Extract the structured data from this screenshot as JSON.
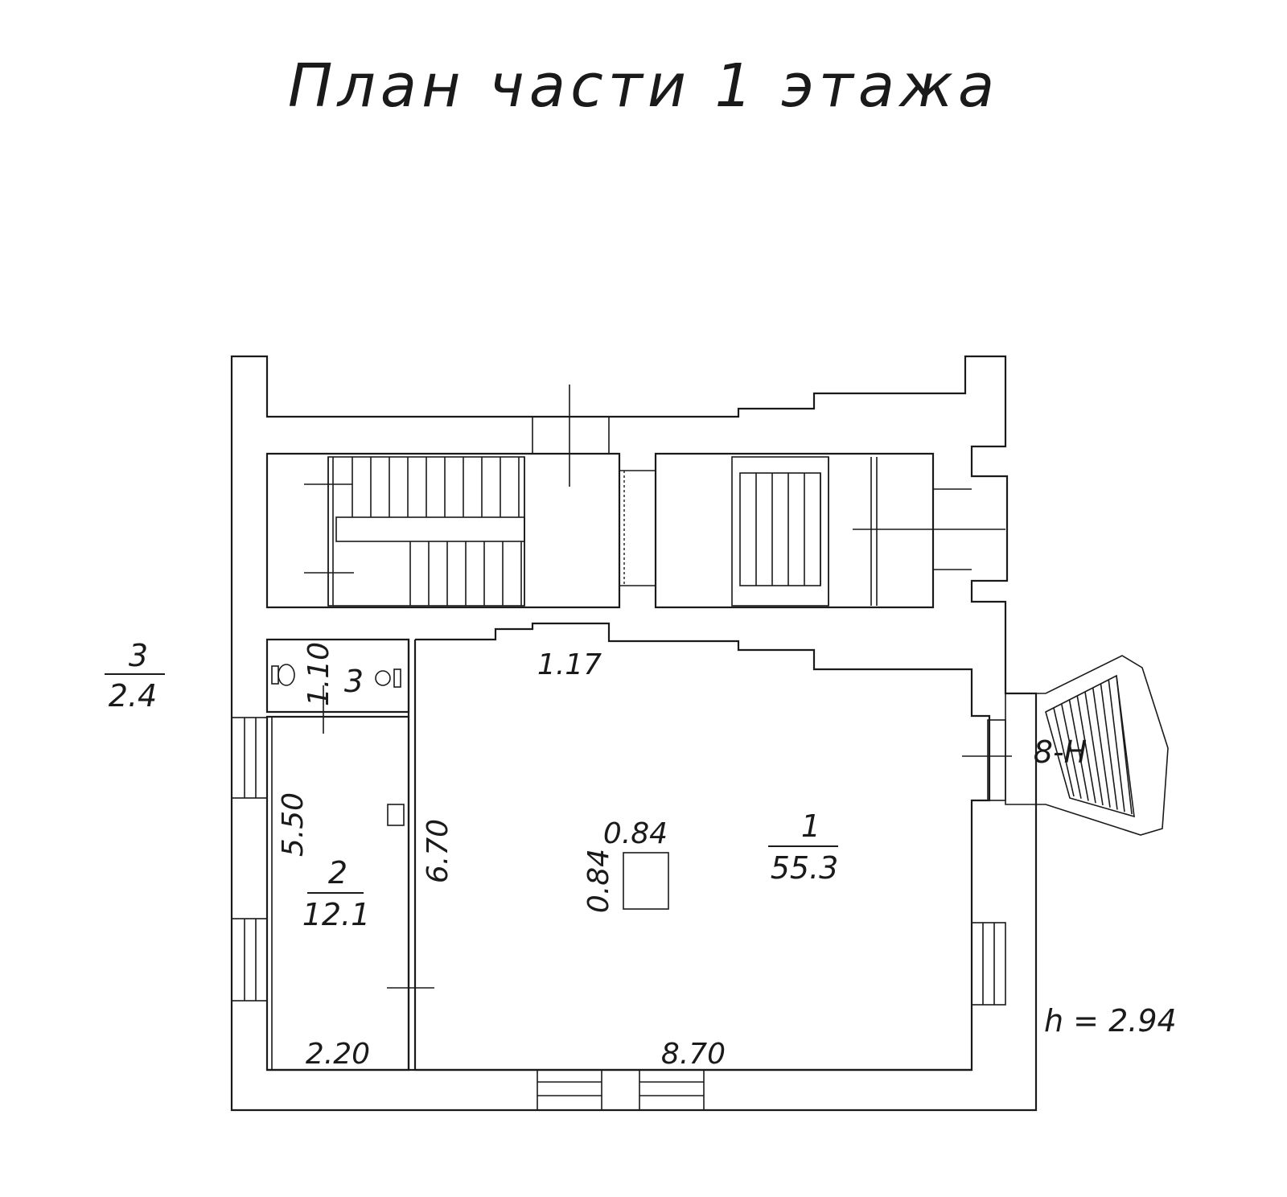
{
  "title": "План части 1 этажа",
  "height_note": "h = 2.94",
  "rooms": [
    {
      "id": "1",
      "number": "1",
      "area": "55.3"
    },
    {
      "id": "2",
      "number": "2",
      "area": "12.1"
    },
    {
      "id": "3",
      "number": "3",
      "area": "2.4"
    },
    {
      "id": "3b",
      "number": "3"
    }
  ],
  "dimensions": {
    "top_niche": "1.17",
    "room1_width": "8.70",
    "room2_width": "2.20",
    "room2_length": "5.50",
    "partition_length": "6.70",
    "wc_length": "1.10",
    "column_width": "0.84",
    "column_depth": "0.84"
  },
  "stair_label": "8-Н"
}
